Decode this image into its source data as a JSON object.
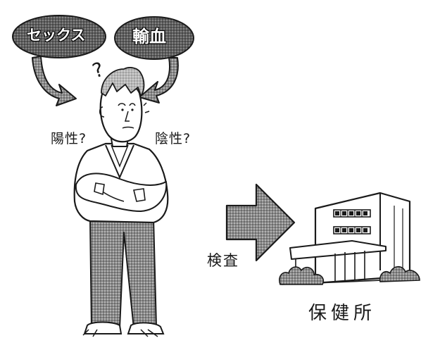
{
  "bubbles": {
    "left": "セックス",
    "right": "輸血"
  },
  "question_mark": "?",
  "thoughts": {
    "positive": "陽性?",
    "negative": "陰性?"
  },
  "arrow_label": "検査",
  "building_label": "保健所"
}
